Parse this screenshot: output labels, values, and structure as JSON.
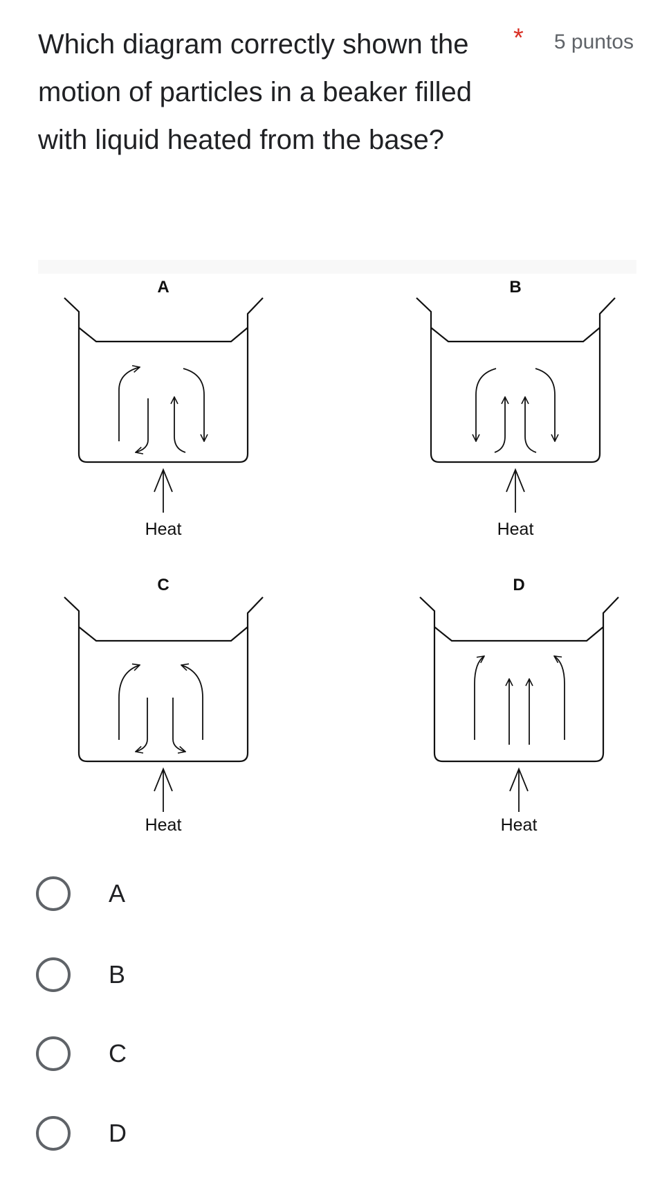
{
  "question": {
    "title": "Which diagram correctly shown the motion of particles in a beaker filled with liquid heated from the base?",
    "required_mark": "*",
    "points": "5 puntos"
  },
  "figure": {
    "diagrams": [
      {
        "label": "A",
        "heat_label": "Heat"
      },
      {
        "label": "B",
        "heat_label": "Heat"
      },
      {
        "label": "C",
        "heat_label": "Heat"
      },
      {
        "label": "D",
        "heat_label": "Heat"
      }
    ]
  },
  "options": [
    {
      "label": "A",
      "selected": false
    },
    {
      "label": "B",
      "selected": false
    },
    {
      "label": "C",
      "selected": false
    },
    {
      "label": "D",
      "selected": false
    }
  ],
  "colors": {
    "required": "#d93025",
    "muted": "#5f6368",
    "text": "#202124"
  }
}
